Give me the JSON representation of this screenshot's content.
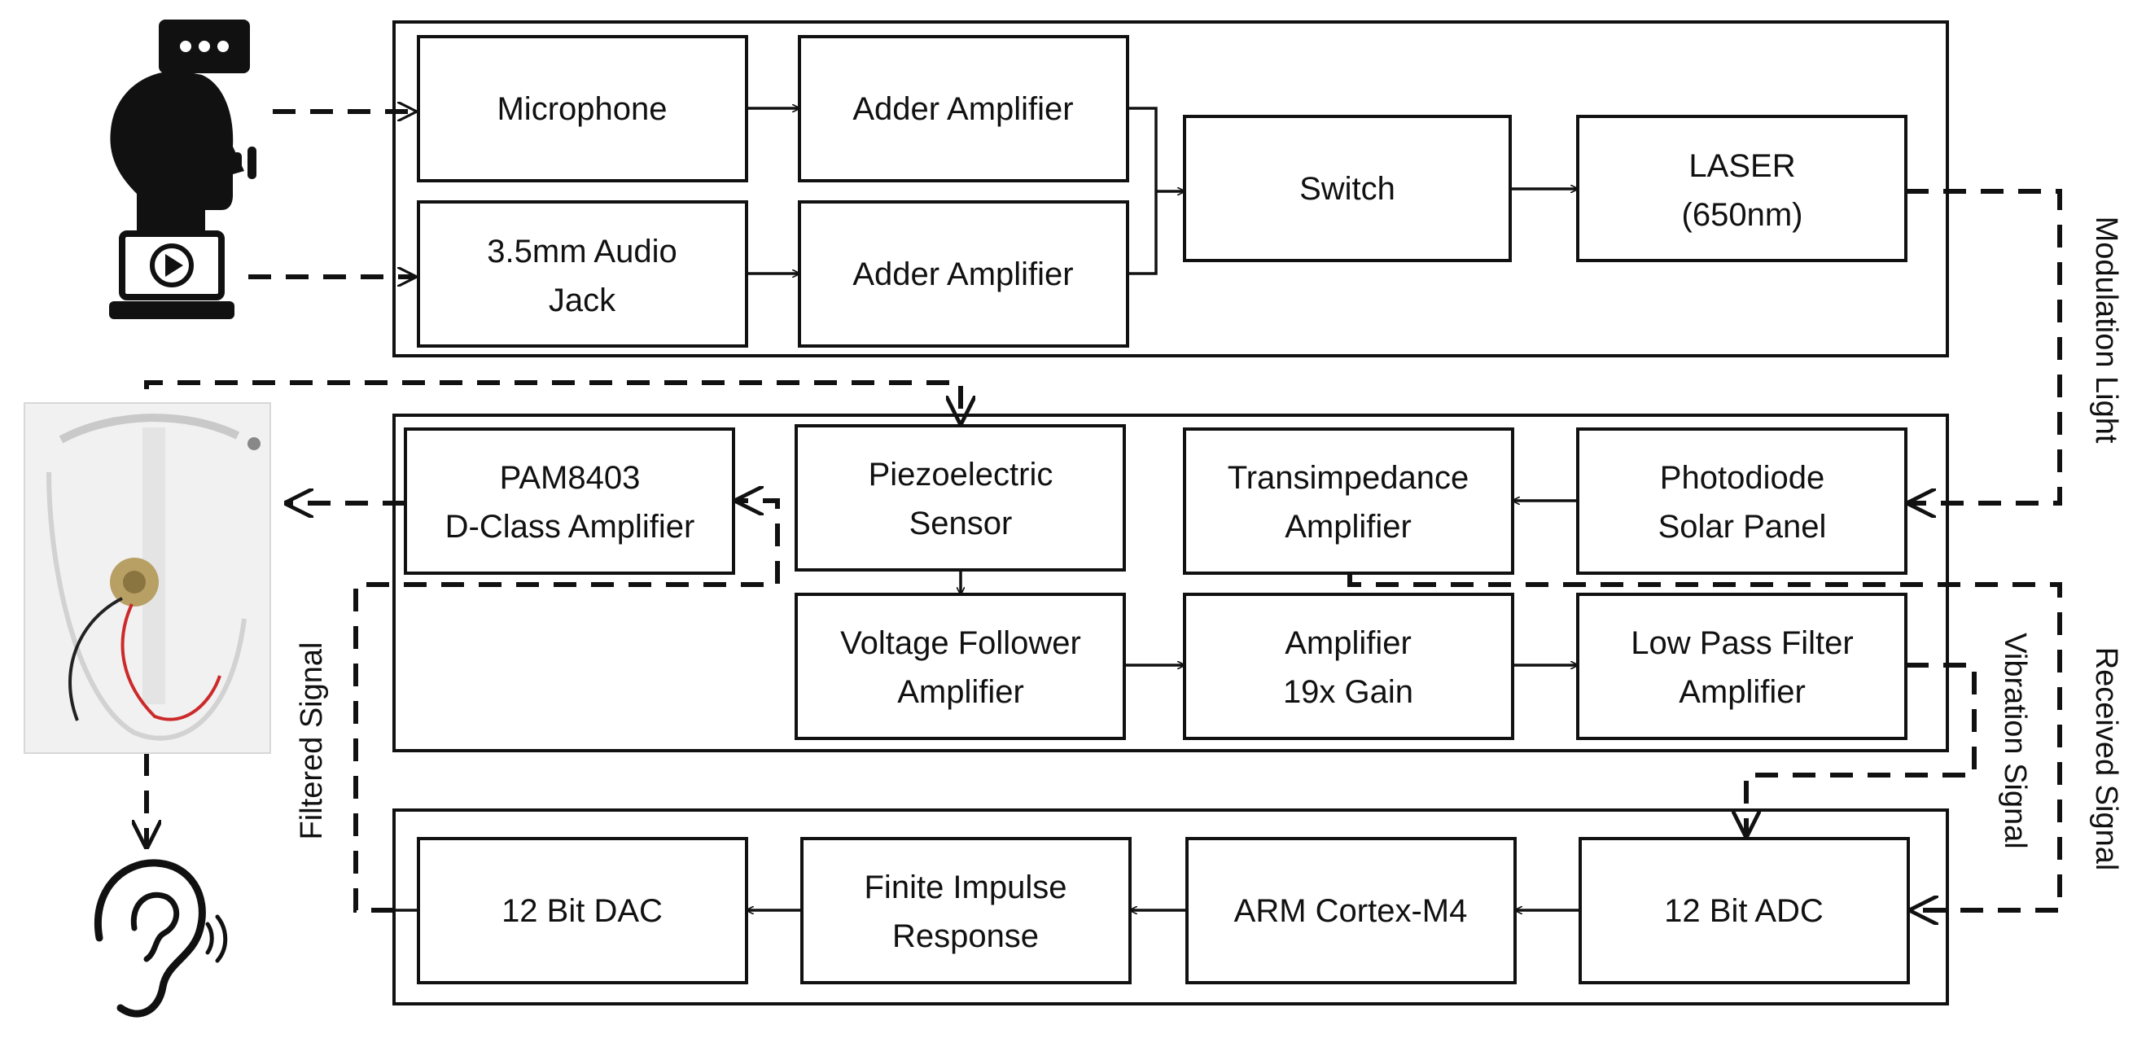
{
  "blocks": {
    "microphone": "Microphone",
    "adder1": "Adder Amplifier",
    "audio_jack_1": "3.5mm Audio",
    "audio_jack_2": "Jack",
    "adder2": "Adder Amplifier",
    "switch": "Switch",
    "laser_1": "LASER",
    "laser_2": "(650nm)",
    "pam_1": "PAM8403",
    "pam_2": "D-Class Amplifier",
    "piezo_1": "Piezoelectric",
    "piezo_2": "Sensor",
    "tia_1": "Transimpedance",
    "tia_2": "Amplifier",
    "photo_1": "Photodiode",
    "photo_2": "Solar Panel",
    "vf_1": "Voltage Follower",
    "vf_2": "Amplifier",
    "amp_1": "Amplifier",
    "amp_2": "19x Gain",
    "lpf_1": "Low Pass Filter",
    "lpf_2": "Amplifier",
    "dac": "12 Bit DAC",
    "fir_1": "Finite Impulse",
    "fir_2": "Response",
    "arm": "ARM Cortex-M4",
    "adc": "12 Bit ADC"
  },
  "signals": {
    "modulation": "Modulation Light",
    "received": "Received Signal",
    "vibration": "Vibration Signal",
    "filtered": "Filtered Signal"
  },
  "icons": [
    "speaking-person-icon",
    "laptop-play-icon",
    "glasses-device-photo",
    "ear-icon"
  ]
}
